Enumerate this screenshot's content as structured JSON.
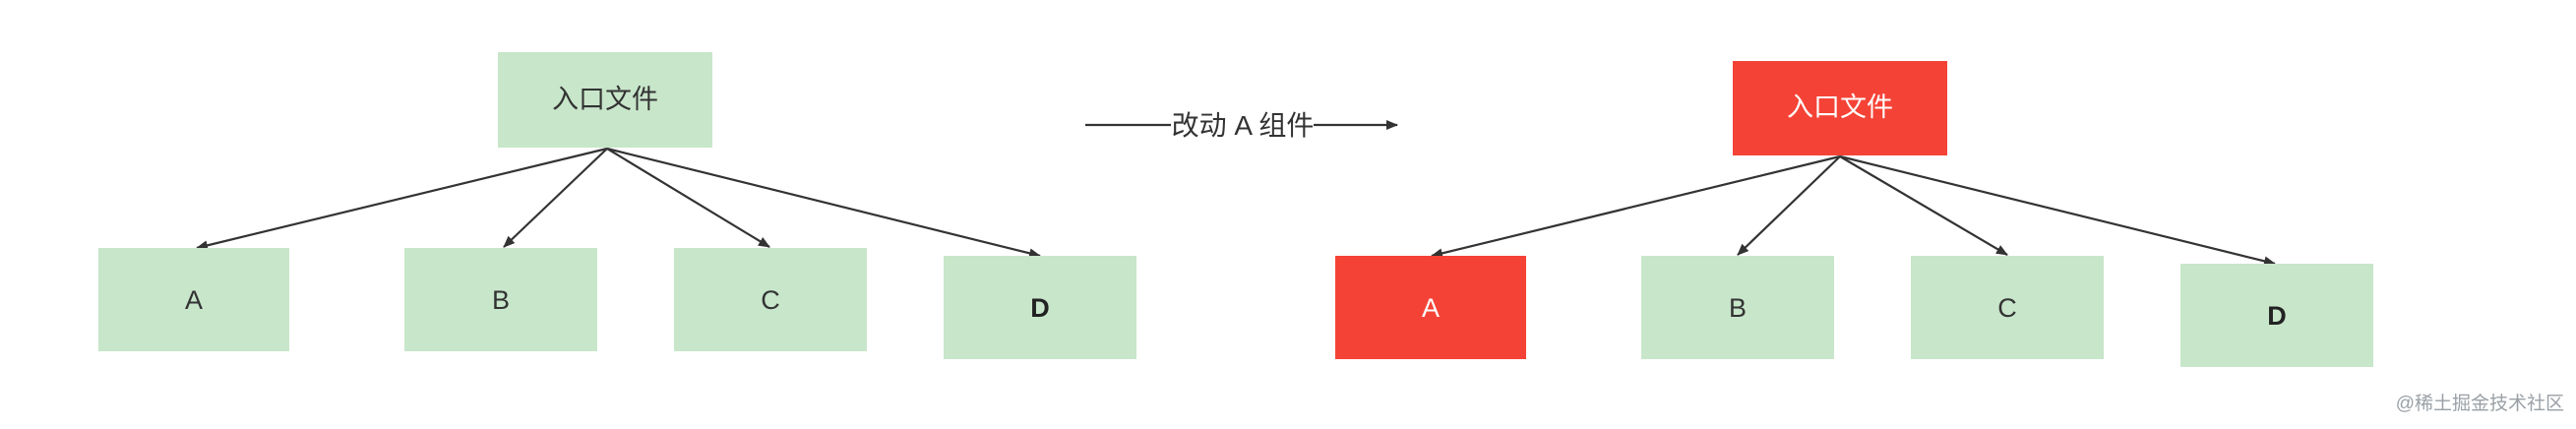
{
  "colors": {
    "green_node": "#c8e6ca",
    "red_node": "#f44336",
    "edge": "#333333"
  },
  "before": {
    "root": "入口文件",
    "children": [
      "A",
      "B",
      "C",
      "D"
    ]
  },
  "transition": {
    "label": "改动 A 组件"
  },
  "after": {
    "root": "入口文件",
    "children": [
      "A",
      "B",
      "C",
      "D"
    ],
    "changed": [
      "root",
      "A"
    ]
  },
  "watermark": "@稀土掘金技术社区"
}
